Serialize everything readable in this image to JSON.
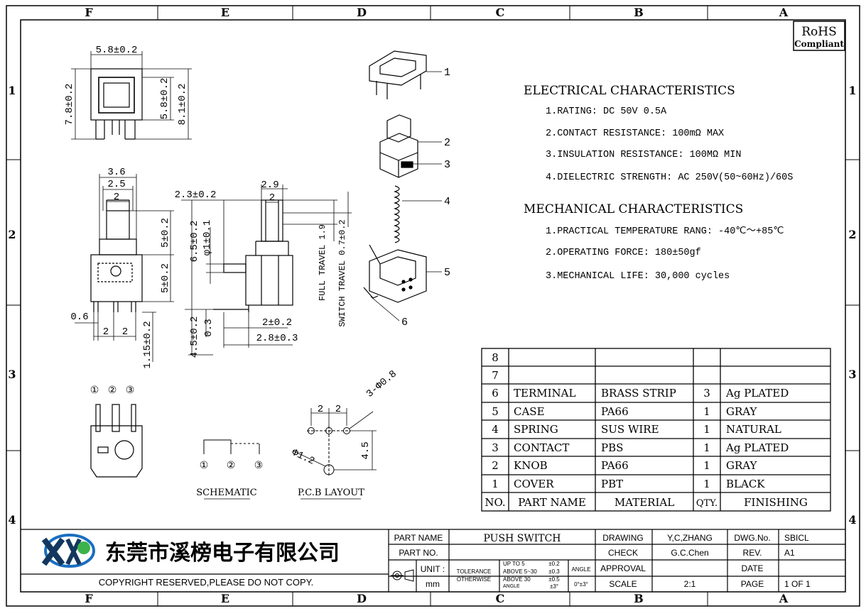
{
  "border": {
    "cols": [
      "F",
      "E",
      "D",
      "C",
      "B",
      "A"
    ],
    "rows": [
      "1",
      "2",
      "3",
      "4"
    ]
  },
  "rohs": {
    "line1": "RoHS",
    "line2": "Compliant"
  },
  "dims": {
    "top_w": "5.8±0.2",
    "top_h1": "7.8±0.2",
    "top_h2": "5.8±0.2",
    "top_h3": "8.1±0.2",
    "side_36": "3.6",
    "side_25": "2.5",
    "side_2a": "2",
    "side_5a": "5±0.2",
    "side_5b": "5±0.2",
    "side_06": "0.6",
    "side_2b": "2",
    "side_2c": "2",
    "side_115": "1.15±0.2",
    "front_23": "2.3±0.2",
    "front_65": "6.5±0.2",
    "front_phi1": "φ1±0.1",
    "front_45": "4.5±0.2",
    "front_03": "0.3",
    "front_29": "2.9",
    "front_2": "2",
    "front_2b": "2±0.2",
    "front_28": "2.8±0.3",
    "full_travel": "FULL TRAVEL 1.9",
    "switch_travel": "SWITCH TRAVEL 0.7±0.2",
    "pcb_2a": "2",
    "pcb_2b": "2",
    "pcb_holes": "3-Φ0.8",
    "pcb_45": "4.5",
    "pcb_phi12": "Φ1.2"
  },
  "pins": [
    "①",
    "②",
    "③"
  ],
  "labels": {
    "schematic": "SCHEMATIC",
    "pcb": "P.C.B LAYOUT"
  },
  "callouts": [
    "1",
    "2",
    "3",
    "4",
    "5",
    "6"
  ],
  "electrical": {
    "heading": "ELECTRICAL CHARACTERISTICS",
    "items": [
      "1.RATING: DC 50V 0.5A",
      "2.CONTACT RESISTANCE: 100mΩ MAX",
      "3.INSULATION RESISTANCE: 100MΩ MIN",
      "4.DIELECTRIC STRENGTH: AC 250V(50~60Hz)/60S"
    ]
  },
  "mechanical": {
    "heading": "MECHANICAL CHARACTERISTICS",
    "items": [
      "1.PRACTICAL TEMPERATURE RANG: -40℃～+85℃",
      "2.OPERATING FORCE: 180±50gf",
      "3.MECHANICAL LIFE: 30,000 cycles"
    ]
  },
  "bom": {
    "header": [
      "NO.",
      "PART NAME",
      "MATERIAL",
      "QTY.",
      "FINISHING"
    ],
    "rows": [
      [
        "8",
        "",
        "",
        "",
        ""
      ],
      [
        "7",
        "",
        "",
        "",
        ""
      ],
      [
        "6",
        "TERMINAL",
        "BRASS STRIP",
        "3",
        "Ag PLATED"
      ],
      [
        "5",
        "CASE",
        "PA66",
        "1",
        "GRAY"
      ],
      [
        "4",
        "SPRING",
        "SUS WIRE",
        "1",
        "NATURAL"
      ],
      [
        "3",
        "CONTACT",
        "PBS",
        "1",
        "Ag PLATED"
      ],
      [
        "2",
        "KNOB",
        "PA66",
        "1",
        "GRAY"
      ],
      [
        "1",
        "COVER",
        "PBT",
        "1",
        "BLACK"
      ]
    ]
  },
  "title_block": {
    "company": "东莞市溪榜电子有限公司",
    "copyright": "COPYRIGHT RESERVED,PLEASE DO NOT COPY.",
    "part_name_label": "PART NAME",
    "part_name": "PUSH SWITCH",
    "part_no_label": "PART NO.",
    "unit_label": "UNIT :",
    "unit": "mm",
    "tolerance_label": "TOLERANCE",
    "otherwise_label": "OTHERWISE",
    "tol_r1": "UP TO 5",
    "tol_v1": "±0.2",
    "tol_r2": "ABOVE 5~30",
    "tol_v2": "±0.3",
    "tol_r3": "ABOVE 30",
    "tol_v3": "±0.5",
    "angle_r": "ANGLE",
    "angle_v": "±3°",
    "angle_label": "ANGLE",
    "angle_tol": "0°±3°",
    "drawing_label": "DRAWING",
    "drawing": "Y,C,ZHANG",
    "check_label": "CHECK",
    "check": "G.C.Chen",
    "approval_label": "APPROVAL",
    "scale_label": "SCALE",
    "scale": "2:1",
    "dwg_label": "DWG.No.",
    "dwg": "SBICL",
    "rev_label": "REV.",
    "rev": "A1",
    "date_label": "DATE",
    "page_label": "PAGE",
    "page": "1 OF 1"
  }
}
